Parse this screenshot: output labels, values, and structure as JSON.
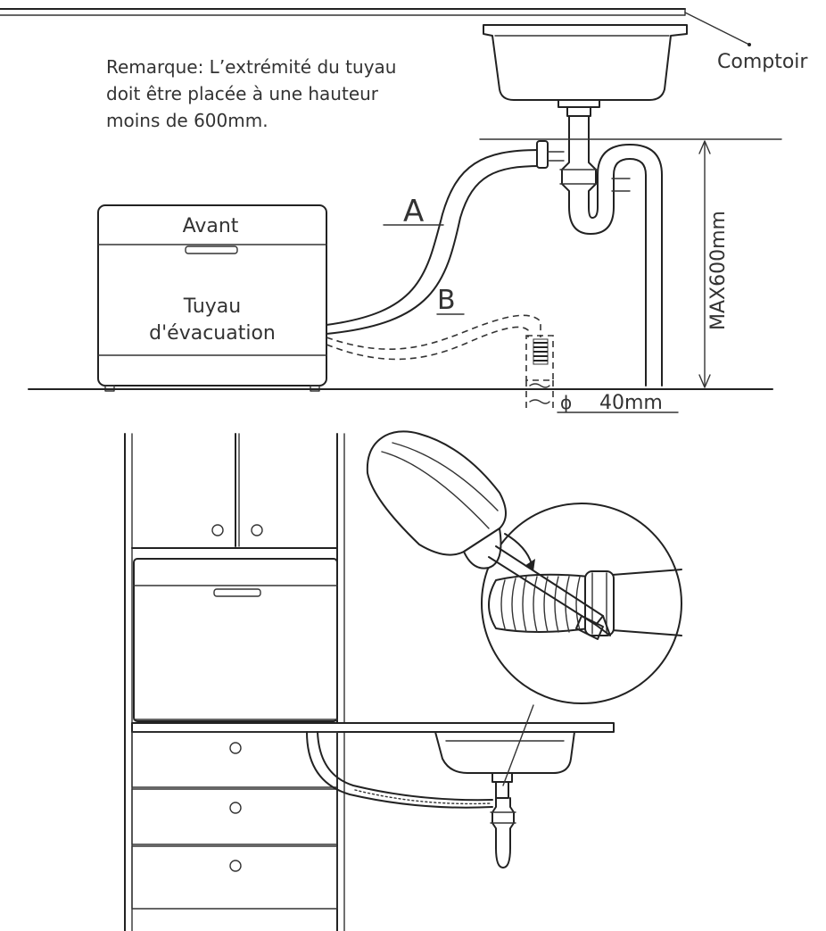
{
  "top_diagram": {
    "note_lines": [
      "Remarque: L’extrémité du tuyau",
      "doit être placée à une hauteur",
      "moins de 600mm."
    ],
    "countertop_label": "Comptoir",
    "front_label": "Avant",
    "hose_label_lines": [
      "Tuyau",
      "d'évacuation"
    ],
    "hose_a_label": "A",
    "hose_b_label": "B",
    "height_label": "MAX600mm",
    "diameter_symbol": "ϕ",
    "diameter_value": "40mm"
  },
  "colors": {
    "line": "#222222",
    "text": "#333333",
    "background": "#ffffff"
  }
}
